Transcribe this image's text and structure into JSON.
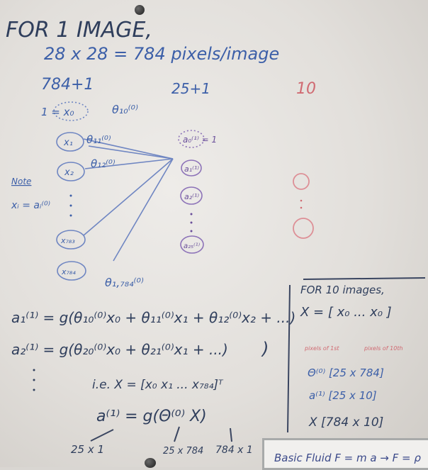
{
  "whiteboard": {
    "title": "FOR 1 IMAGE,",
    "pixels_line": "28 x 28 = 784 pixels/image",
    "layer_sizes": {
      "input": "784+1",
      "hidden": "25+1",
      "output": "10"
    },
    "input_nodes": {
      "bias": "1 = x₀",
      "x1": "x₁",
      "x2": "x₂",
      "x783": "x₇₈₃",
      "x784": "x₇₈₄"
    },
    "weights": {
      "w10": "θ₁₀⁽⁰⁾",
      "w11": "θ₁₁⁽⁰⁾",
      "w12": "θ₁₂⁽⁰⁾",
      "w1_784": "θ₁,₇₈₄⁽⁰⁾"
    },
    "hidden_nodes": {
      "bias": "a₀⁽¹⁾ = 1",
      "a1": "a₁⁽¹⁾",
      "a2": "a₂⁽¹⁾",
      "a25": "a₂₅⁽¹⁾"
    },
    "note": {
      "label": "Note",
      "text": "xᵢ = aᵢ⁽⁰⁾"
    },
    "eq1": "a₁⁽¹⁾ = g(θ₁₀⁽⁰⁾x₀ + θ₁₁⁽⁰⁾x₁ + θ₁₂⁽⁰⁾x₂ + ...)",
    "eq2": "a₂⁽¹⁾ = g(θ₂₀⁽⁰⁾x₀ + θ₂₁⁽⁰⁾x₁ + ...)",
    "ie": "i.e.  X = [x₀ x₁ ... x₇₈₄]ᵀ",
    "vector_eq": "a⁽¹⁾ = g(Θ⁽⁰⁾ X)",
    "dims": {
      "a": "25 x 1",
      "theta": "25 x 784",
      "x": "784 x 1"
    },
    "box": {
      "title": "FOR 10 images,",
      "matrix": "X = [ x₀ ... x₀ ]",
      "col_left": "pixels of 1st",
      "col_right": "pixels of 10th",
      "dim1": "Θ⁽⁰⁾ [25 x 784]",
      "dim2": "a⁽¹⁾ [25 x 10]",
      "dim3": "X [784 x 10]"
    },
    "bottom_sign": "Basic Fluid  F = m a  →  F = ρ"
  }
}
